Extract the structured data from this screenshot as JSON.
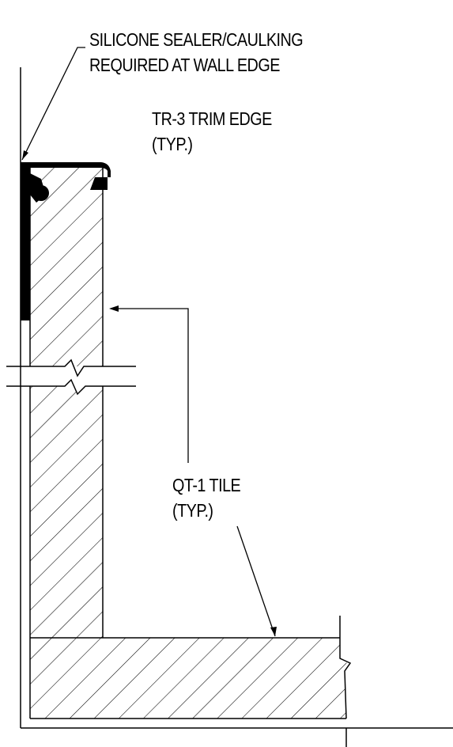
{
  "callouts": {
    "silicone": {
      "line1": "SILICONE SEALER/CAULKING",
      "line2": "REQUIRED AT WALL EDGE"
    },
    "trim": {
      "line1": "TR-3 TRIM EDGE",
      "line2": "(TYP.)"
    },
    "tile": {
      "line1": "QT-1 TILE",
      "line2": "(TYP.)"
    }
  },
  "colors": {
    "ink": "#000000",
    "paper": "#ffffff"
  }
}
